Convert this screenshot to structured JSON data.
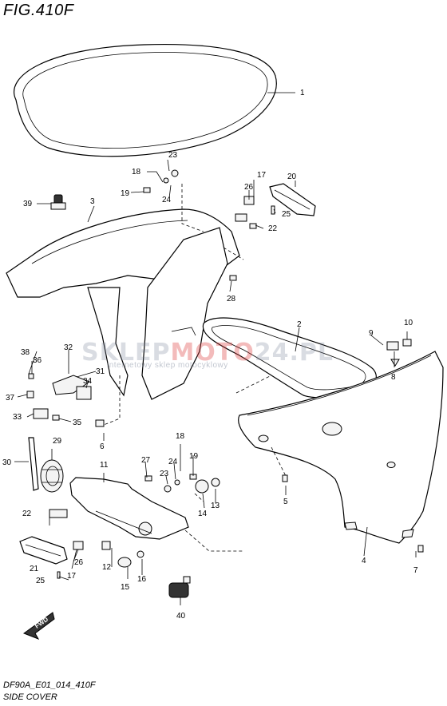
{
  "header": {
    "title": "FIG.410F"
  },
  "footer": {
    "code": "DF90A_E01_014_410F",
    "name": "SIDE COVER"
  },
  "watermark": {
    "brand_a": "SKLEP",
    "brand_b": "MOTO",
    "brand_c": "24",
    "brand_d": ".PL",
    "tagline": "internetowy sklep motocyklowy"
  },
  "fwd": {
    "label": "FWD"
  },
  "callouts": [
    {
      "id": "1",
      "text": "1"
    },
    {
      "id": "2",
      "text": "2"
    },
    {
      "id": "3",
      "text": "3"
    },
    {
      "id": "4",
      "text": "4"
    },
    {
      "id": "5",
      "text": "5"
    },
    {
      "id": "6",
      "text": "6"
    },
    {
      "id": "7",
      "text": "7"
    },
    {
      "id": "8",
      "text": "8"
    },
    {
      "id": "9",
      "text": "9"
    },
    {
      "id": "10",
      "text": "10"
    },
    {
      "id": "11",
      "text": "11"
    },
    {
      "id": "12",
      "text": "12"
    },
    {
      "id": "13",
      "text": "13"
    },
    {
      "id": "14",
      "text": "14"
    },
    {
      "id": "15",
      "text": "15"
    },
    {
      "id": "16",
      "text": "16"
    },
    {
      "id": "17a",
      "text": "17"
    },
    {
      "id": "17b",
      "text": "17"
    },
    {
      "id": "18a",
      "text": "18"
    },
    {
      "id": "18b",
      "text": "18"
    },
    {
      "id": "19a",
      "text": "19"
    },
    {
      "id": "19b",
      "text": "19"
    },
    {
      "id": "20",
      "text": "20"
    },
    {
      "id": "21",
      "text": "21"
    },
    {
      "id": "22a",
      "text": "22"
    },
    {
      "id": "22b",
      "text": "22"
    },
    {
      "id": "23a",
      "text": "23"
    },
    {
      "id": "23b",
      "text": "23"
    },
    {
      "id": "24a",
      "text": "24"
    },
    {
      "id": "24b",
      "text": "24"
    },
    {
      "id": "25a",
      "text": "25"
    },
    {
      "id": "25b",
      "text": "25"
    },
    {
      "id": "26a",
      "text": "26"
    },
    {
      "id": "26b",
      "text": "26"
    },
    {
      "id": "27",
      "text": "27"
    },
    {
      "id": "28",
      "text": "28"
    },
    {
      "id": "29",
      "text": "29"
    },
    {
      "id": "30",
      "text": "30"
    },
    {
      "id": "31",
      "text": "31"
    },
    {
      "id": "32",
      "text": "32"
    },
    {
      "id": "33",
      "text": "33"
    },
    {
      "id": "34",
      "text": "34"
    },
    {
      "id": "35",
      "text": "35"
    },
    {
      "id": "36",
      "text": "36"
    },
    {
      "id": "37",
      "text": "37"
    },
    {
      "id": "38",
      "text": "38"
    },
    {
      "id": "39",
      "text": "39"
    },
    {
      "id": "40",
      "text": "40"
    }
  ]
}
